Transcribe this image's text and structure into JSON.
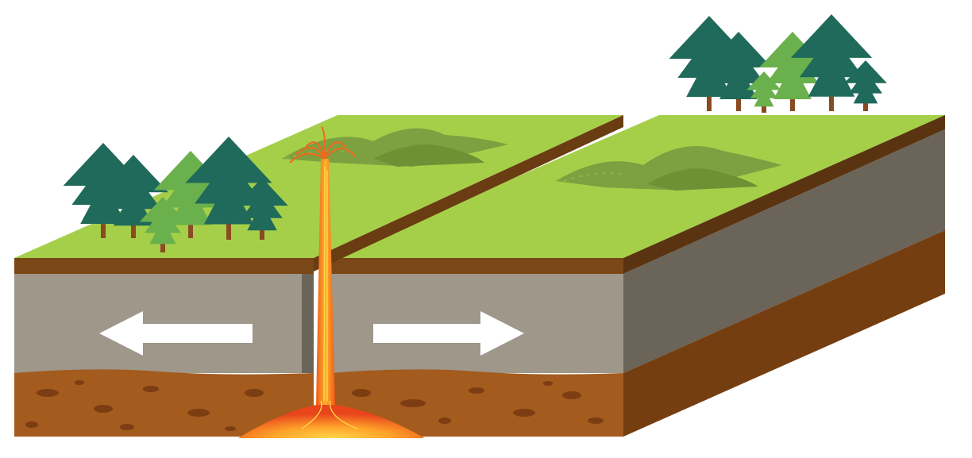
{
  "diagram": {
    "subject": "divergent-plate-boundary",
    "colors": {
      "background": "#ffffff",
      "grass_top": "#a6cf49",
      "soil_band": "#7a4717",
      "rock_front": "#9e978a",
      "rock_side": "#6b6458",
      "mantle_front": "#a35b1e",
      "mantle_side": "#753e10",
      "mantle_spots": "#7c3d12",
      "hill": "#7da040",
      "magma": "#f47a1e",
      "magma_core": "#ffc13a",
      "arrow": "#ffffff",
      "tree_dark": "#1f6a5a",
      "tree_light": "#6ab04c",
      "trunk": "#8a4a22"
    },
    "arrows": [
      {
        "direction": "left",
        "meaning": "plate-moving-apart"
      },
      {
        "direction": "right",
        "meaning": "plate-moving-apart"
      }
    ],
    "features": [
      "left-plate",
      "right-plate",
      "magma-plume",
      "rift-gap",
      "tree-cluster-left",
      "tree-cluster-right",
      "hills-left",
      "hills-right"
    ]
  }
}
